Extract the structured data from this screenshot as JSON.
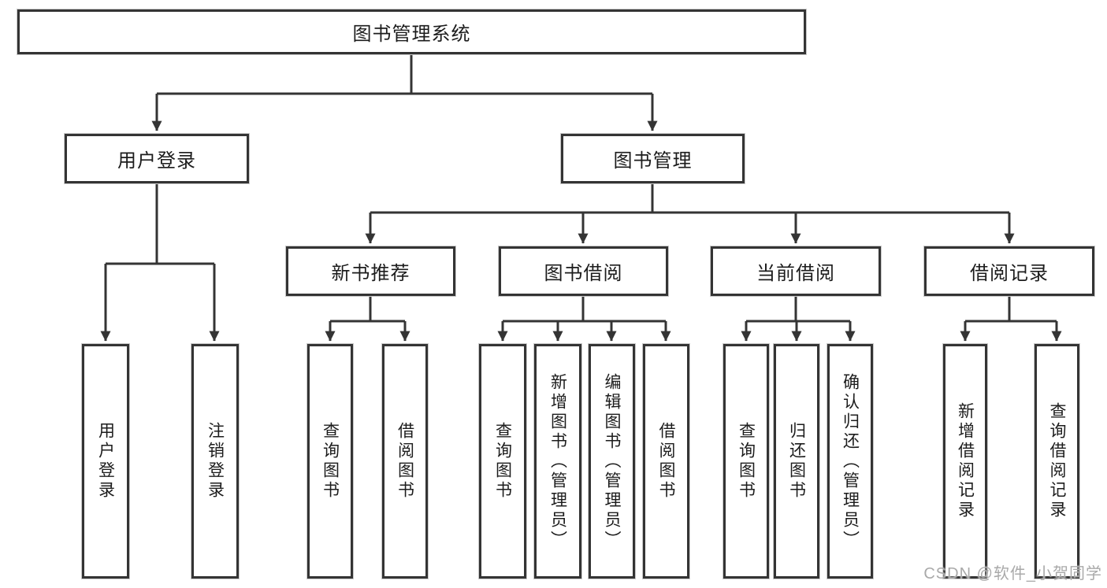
{
  "diagram": {
    "type": "hierarchy-chart",
    "root": {
      "label": "图书管理系统"
    },
    "children": [
      {
        "label": "用户登录",
        "children": [
          {
            "label": "用户登录"
          },
          {
            "label": "注销登录"
          }
        ]
      },
      {
        "label": "图书管理",
        "children": [
          {
            "label": "新书推荐",
            "children": [
              {
                "label": "查询图书"
              },
              {
                "label": "借阅图书"
              }
            ]
          },
          {
            "label": "图书借阅",
            "children": [
              {
                "label": "查询图书"
              },
              {
                "label": "新增图书（管理员）"
              },
              {
                "label": "编辑图书（管理员）"
              },
              {
                "label": "借阅图书"
              }
            ]
          },
          {
            "label": "当前借阅",
            "children": [
              {
                "label": "查询图书"
              },
              {
                "label": "归还图书"
              },
              {
                "label": "确认归还（管理员）"
              }
            ]
          },
          {
            "label": "借阅记录",
            "children": [
              {
                "label": "新增借阅记录"
              },
              {
                "label": "查询借阅记录"
              }
            ]
          }
        ]
      }
    ]
  },
  "watermark": {
    "text": "CSDN @软件_小贺同学"
  },
  "colors": {
    "background": "#ffffff",
    "box_border": "#343434",
    "connector": "#343434",
    "text": "#1c1c1c",
    "watermark": "#a9a9a9"
  }
}
